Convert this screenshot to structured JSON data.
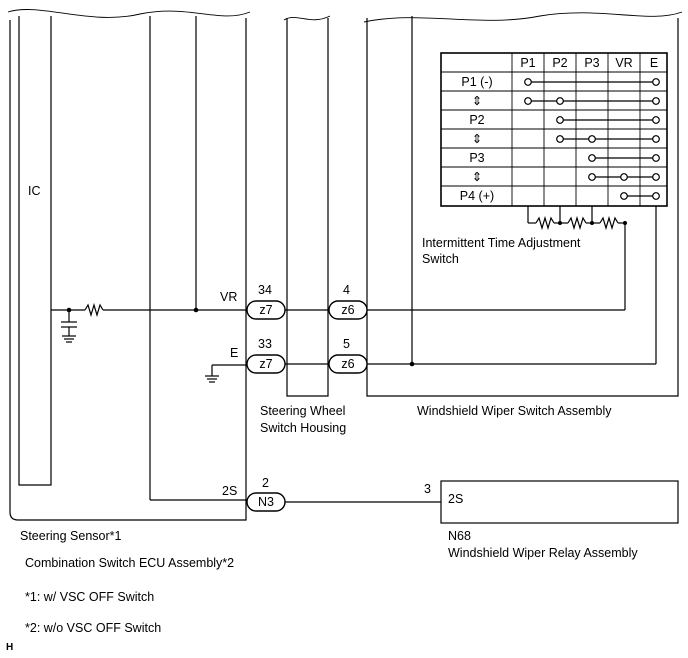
{
  "components": {
    "ecu": {
      "ic_label": "IC",
      "pins": {
        "vr": "VR",
        "e": "E",
        "s2": "2S"
      },
      "name_line1": "Steering Sensor*1",
      "name_line2": "Combination Switch ECU Assembly*2"
    },
    "housing": {
      "name_line1": "Steering Wheel",
      "name_line2": "Switch Housing"
    },
    "wiper_switch": {
      "name": "Windshield Wiper Switch Assembly",
      "table_headers": [
        "P1",
        "P2",
        "P3",
        "VR",
        "E"
      ],
      "table_rows": [
        "P1 (-)",
        "⇕",
        "P2",
        "⇕",
        "P3",
        "⇕",
        "P4 (+)"
      ],
      "adjust_label_line1": "Intermittent Time Adjustment",
      "adjust_label_line2": "Switch"
    },
    "relay": {
      "pin": "2S",
      "code": "N68",
      "name": "Windshield Wiper Relay Assembly"
    }
  },
  "connectors": {
    "z7_vr": {
      "pin": "34",
      "label": "z7"
    },
    "z7_e": {
      "pin": "33",
      "label": "z7"
    },
    "z6_vr": {
      "pin": "4",
      "label": "z6"
    },
    "z6_e": {
      "pin": "5",
      "label": "z6"
    },
    "n3": {
      "pin": "2",
      "label": "N3"
    },
    "relay_pin": {
      "pin": "3"
    }
  },
  "footnotes": {
    "note1": "*1: w/ VSC OFF Switch",
    "note2": "*2: w/o VSC OFF Switch"
  },
  "corner_mark": "H"
}
